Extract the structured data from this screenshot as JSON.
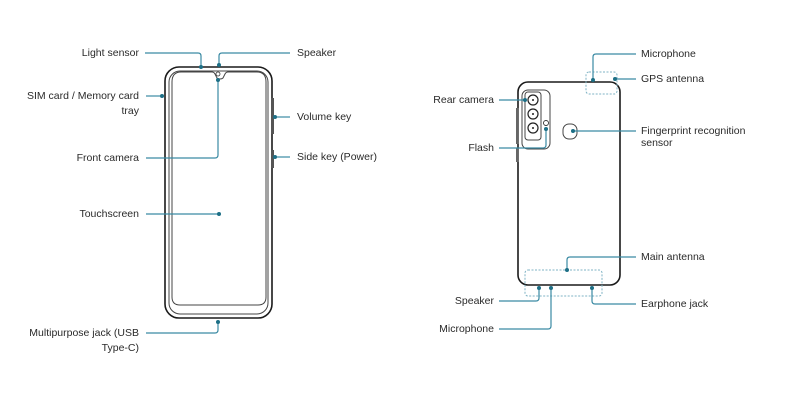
{
  "title": "Device layout",
  "front_view": {
    "labels": {
      "light_sensor": "Light sensor",
      "speaker": "Speaker",
      "sim_tray_line1": "SIM card / Memory card",
      "sim_tray_line2": "tray",
      "volume_key": "Volume key",
      "front_camera": "Front camera",
      "side_key": "Side key (Power)",
      "touchscreen": "Touchscreen",
      "usb_jack_line1": "Multipurpose jack (USB",
      "usb_jack_line2": "Type-C)"
    }
  },
  "back_view": {
    "labels": {
      "microphone_top": "Microphone",
      "gps_antenna": "GPS antenna",
      "rear_camera": "Rear camera",
      "fingerprint_line1": "Fingerprint recognition",
      "fingerprint_line2": "sensor",
      "flash": "Flash",
      "main_antenna": "Main antenna",
      "speaker": "Speaker",
      "earphone_jack": "Earphone jack",
      "microphone_bottom": "Microphone"
    }
  },
  "colors": {
    "leader": "#3a8aa3",
    "dot": "#1d6f86",
    "outline": "#1a1a1a"
  }
}
